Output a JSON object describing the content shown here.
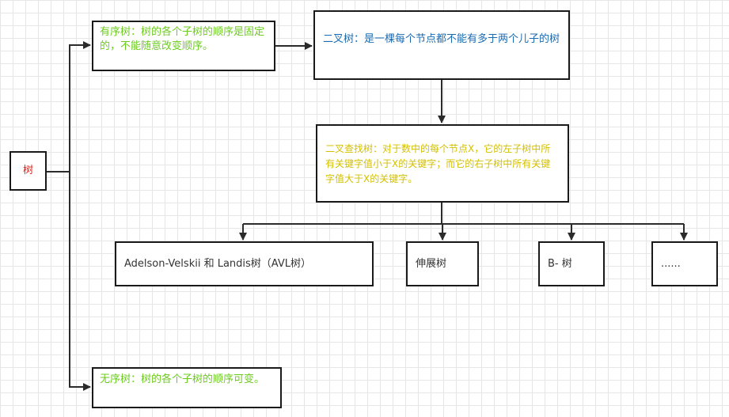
{
  "colors": {
    "red": "#e0201c",
    "green": "#6ccc1e",
    "blue": "#1b6ab0",
    "yellow": "#d4c000",
    "dark": "#333333",
    "edge": "#2b2b2b"
  },
  "nodes": {
    "root": {
      "text": "树"
    },
    "ordered": {
      "text": "有序树：树的各个子树的顺序是固定的，不能随意改变顺序。"
    },
    "binary": {
      "text": "二叉树：是一棵每个节点都不能有多于两个儿子的树"
    },
    "bst": {
      "text": "二叉查找树：对于数中的每个节点X，它的左子树中所有关键字值小于X的关键字；而它的右子树中所有关键字值大于X的关键字。"
    },
    "avl": {
      "text": "Adelson-Velskii 和 Landis树（AVL树）"
    },
    "splay": {
      "text": "伸展树"
    },
    "btree": {
      "text": "B- 树"
    },
    "more": {
      "text": "......"
    },
    "unordered": {
      "text": "无序树：树的各个子树的顺序可变。"
    }
  }
}
